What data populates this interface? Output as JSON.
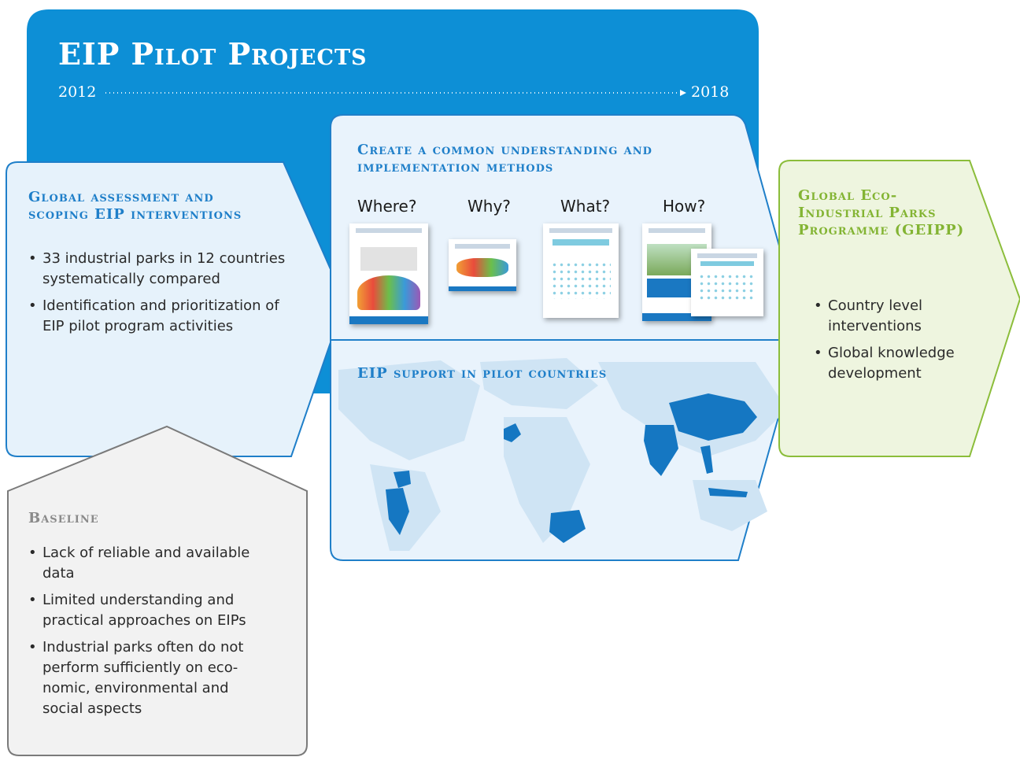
{
  "header": {
    "title": "EIP Pilot Projects",
    "year_start": "2012",
    "year_end": "2018"
  },
  "global_assessment": {
    "heading": "Global assessment and scoping EIP interventions",
    "bullets": [
      "33 industrial parks in 12 coun­tries systematically compared",
      "Identification and prioritization of EIP pilot program activities"
    ]
  },
  "common_understanding": {
    "heading": "Create a common understanding and implementation methods",
    "questions": [
      "Where?",
      "Why?",
      "What?",
      "How?"
    ]
  },
  "pilot_support": {
    "heading": "EIP support in pilot countries"
  },
  "geipp": {
    "heading": "Global Eco-Industrial Parks Programme (GEIPP)",
    "bullets": [
      "Country level interventions",
      "Global knowledge development"
    ]
  },
  "baseline": {
    "heading": "Baseline",
    "bullets": [
      "Lack of reliable and available data",
      "Limited understanding and practical approaches on EIPs",
      "Industrial parks often do not perform sufficiently on eco­nomic, environmental and social aspects"
    ]
  },
  "colors": {
    "header_blue": "#0d8fd6",
    "panel_blue_fill": "#e6f2fb",
    "panel_blue_stroke": "#1f7fc9",
    "green_fill": "#eef5df",
    "green_stroke": "#8bbd3a",
    "grey_fill": "#f2f2f2",
    "grey_stroke": "#7a7a7a",
    "map_land_highlight": "#1577c2",
    "map_land": "#cfe4f4"
  }
}
